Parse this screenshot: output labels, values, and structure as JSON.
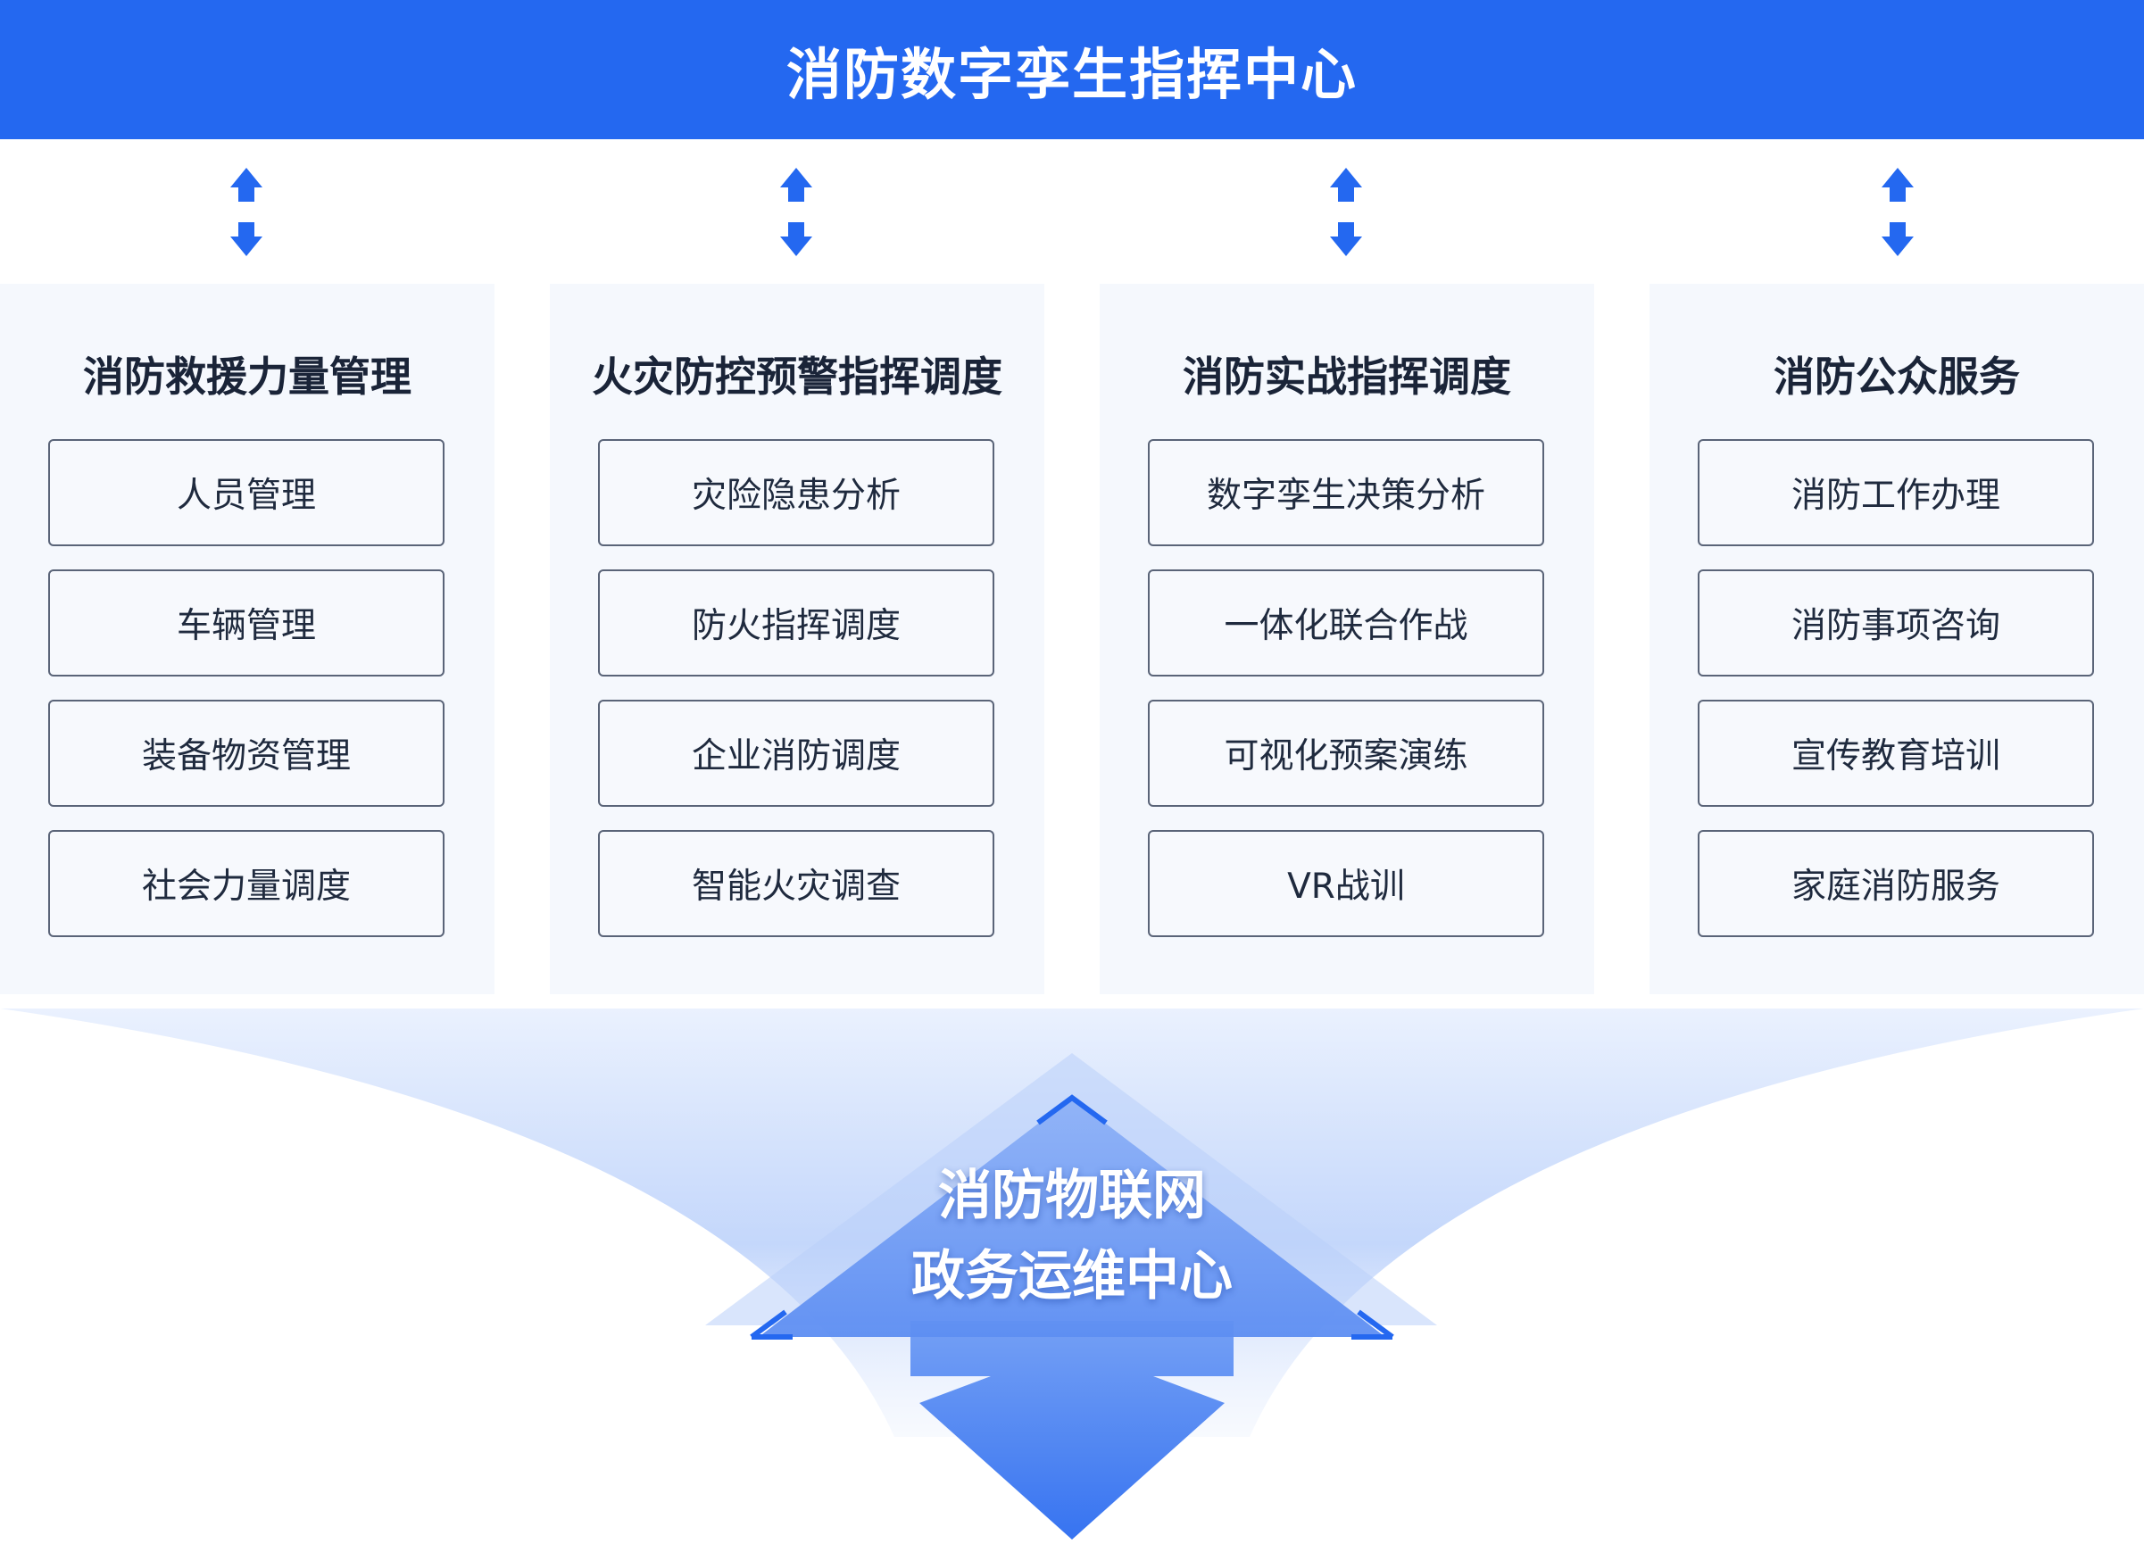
{
  "header": {
    "title": "消防数字孪生指挥中心"
  },
  "columns": [
    {
      "title": "消防救援力量管理",
      "items": [
        "人员管理",
        "车辆管理",
        "装备物资管理",
        "社会力量调度"
      ]
    },
    {
      "title": "火灾防控预警指挥调度",
      "items": [
        "灾险隐患分析",
        "防火指挥调度",
        "企业消防调度",
        "智能火灾调查"
      ]
    },
    {
      "title": "消防实战指挥调度",
      "items": [
        "数字孪生决策分析",
        "一体化联合作战",
        "可视化预案演练",
        "VR战训"
      ]
    },
    {
      "title": "消防公众服务",
      "items": [
        "消防工作办理",
        "消防事项咨询",
        "宣传教育培训",
        "家庭消防服务"
      ]
    }
  ],
  "base": {
    "line1": "消防物联网",
    "line2": "政务运维中心"
  },
  "colors": {
    "primary": "#2468f0",
    "panel": "#f5f8fd",
    "border": "#5a6478"
  }
}
